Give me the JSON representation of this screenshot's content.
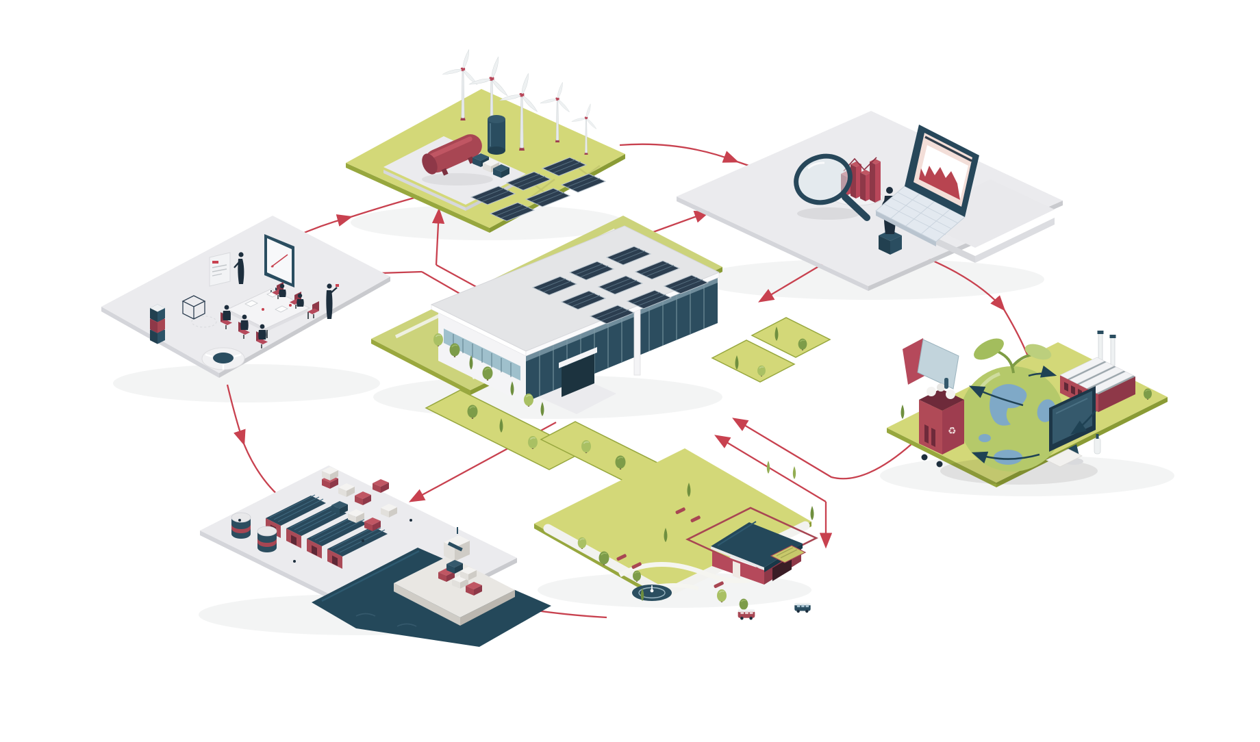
{
  "diagram": {
    "type": "isometric-flow-illustration",
    "theme": "sustainable circular economy ecosystem",
    "nodes": [
      {
        "id": "office-planning",
        "label": "office-and-team-planning-island",
        "position": "left",
        "icons": [
          "presentation-screen-icon",
          "poster-board-icon",
          "meeting-table-icon",
          "stacked-cubes-icon",
          "wireframe-cube-icon",
          "round-sofa-icon",
          "people-icons"
        ]
      },
      {
        "id": "renewable-energy",
        "label": "renewable-energy-island",
        "position": "top-left",
        "icons": [
          "wind-turbine-icon",
          "solar-panel-icon",
          "gas-tank-icon",
          "battery-storage-icon"
        ]
      },
      {
        "id": "data-analysis",
        "label": "data-analysis-island",
        "position": "top-right",
        "icons": [
          "magnifier-icon",
          "bar-chart-icon",
          "laptop-chart-icon",
          "analyst-person-icon"
        ]
      },
      {
        "id": "circular-economy",
        "label": "circular-economy-island",
        "position": "right",
        "icons": [
          "recycling-bin-icon",
          "globe-sprout-icon",
          "monitor-icon",
          "eco-factory-icon",
          "recycle-loop-icon"
        ]
      },
      {
        "id": "headquarters",
        "label": "headquarters-building-island",
        "position": "center",
        "icons": [
          "flat-roof-building-icon",
          "rooftop-solar-icon",
          "glass-facade-icon",
          "lawn-trees-icon"
        ]
      },
      {
        "id": "eco-housing",
        "label": "eco-housing-garden-island",
        "position": "bottom-center",
        "icons": [
          "house-icon",
          "garden-fence-icon",
          "pond-fountain-icon",
          "bus-icon",
          "trees-icon"
        ]
      },
      {
        "id": "logistics-port",
        "label": "logistics-port-island",
        "position": "bottom-left",
        "icons": [
          "warehouse-icon",
          "storage-tank-icon",
          "container-icon",
          "cargo-ship-icon",
          "harbor-water-icon"
        ]
      }
    ],
    "edges": [
      {
        "from": "office-planning",
        "to": "renewable-energy",
        "bidirectional": false
      },
      {
        "from": "renewable-energy",
        "to": "data-analysis",
        "bidirectional": false
      },
      {
        "from": "data-analysis",
        "to": "circular-economy",
        "bidirectional": false
      },
      {
        "from": "circular-economy",
        "to": "headquarters",
        "bidirectional": false
      },
      {
        "from": "headquarters",
        "to": "eco-housing",
        "bidirectional": true
      },
      {
        "from": "eco-housing",
        "to": "logistics-port",
        "bidirectional": false
      },
      {
        "from": "office-planning",
        "to": "logistics-port",
        "bidirectional": false
      },
      {
        "from": "headquarters",
        "to": "logistics-port",
        "bidirectional": false
      },
      {
        "from": "headquarters",
        "to": "office-planning",
        "bidirectional": true
      },
      {
        "from": "headquarters",
        "to": "renewable-energy",
        "bidirectional": true
      },
      {
        "from": "data-analysis",
        "to": "headquarters",
        "bidirectional": false
      },
      {
        "from": "headquarters",
        "to": "data-analysis",
        "bidirectional": false
      }
    ],
    "internal_flows": [
      {
        "node": "circular-economy",
        "from": "globe",
        "to": "factory"
      },
      {
        "node": "circular-economy",
        "from": "factory",
        "to": "monitor"
      },
      {
        "node": "circular-economy",
        "from": "monitor",
        "to": "recycling-bin"
      },
      {
        "node": "circular-economy",
        "from": "monitor",
        "to": "recycling-bin-lower"
      }
    ],
    "recycle_glyph": "♻"
  },
  "palette": {
    "arrow_red": "#c8414f",
    "accent_maroon": "#a84653",
    "accent_maroon_dark": "#8e3848",
    "dark_teal": "#27475a",
    "teal_mid": "#2a4d60",
    "island_green": "#d3d878",
    "island_green_edge": "#97a73e",
    "lawn_green": "#ccd37b",
    "platform_gray": "#ebebee",
    "platform_gray_edge": "#d4d5da",
    "tree_green": "#7d9c49",
    "tree_light_green": "#a9c063",
    "globe_green": "#b5c96a",
    "globe_continent_blue": "#7fa9c7",
    "silhouette_navy": "#1d2e3d",
    "screen_pink": "#f3ded8",
    "background": "#ffffff"
  }
}
